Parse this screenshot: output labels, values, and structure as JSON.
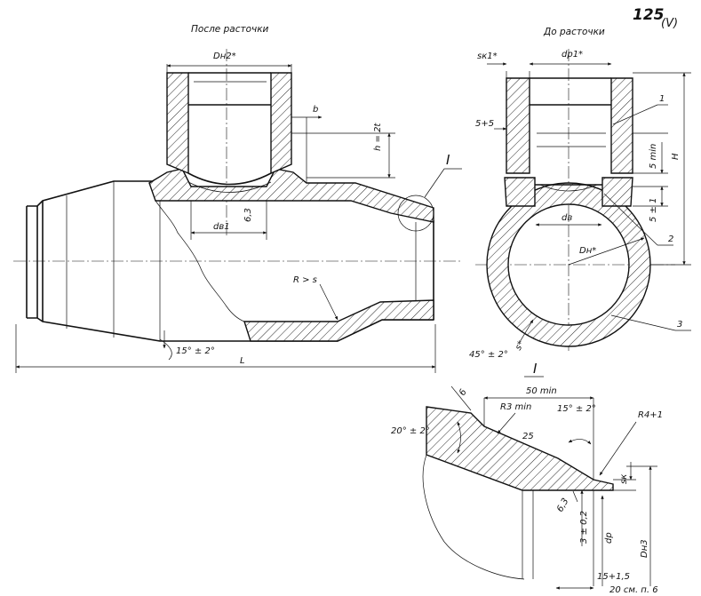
{
  "titles": {
    "after": "После расточки",
    "before": "До расточки",
    "stamp": "125",
    "stamp_suffix": "(V)"
  },
  "labels_main": {
    "dn2": "Dн2*",
    "b": "b",
    "h2t": "h = 2t",
    "marker_I": "I",
    "db1": "dв1",
    "rough": "6,3",
    "rs": "R > s",
    "angle": "15° ± 2°",
    "L": "L"
  },
  "labels_right": {
    "sk1": "sк1*",
    "dp1": "dр1*",
    "t15": "5+5",
    "h5min": "5 min",
    "H": "H",
    "n1": "1",
    "s51": "5 ± 1",
    "dv": "dв",
    "dn": "Dн*",
    "n2": "2",
    "s": "s*",
    "n3": "3",
    "ang45": "45° ± 2°"
  },
  "labels_detail": {
    "title": "I",
    "v6": "6",
    "min50": "50 min",
    "r3min": "R3 min",
    "ang15": "15° ± 2°",
    "r4": "R4+1",
    "ang20": "20° ± 2°",
    "v25": "25",
    "sk": "sк",
    "v63": "6,3",
    "v302": "3 ± 0,2",
    "dp": "dр",
    "dn3": "Dн3",
    "v15": "15+1,5",
    "v20": "20 см. п. 6"
  }
}
